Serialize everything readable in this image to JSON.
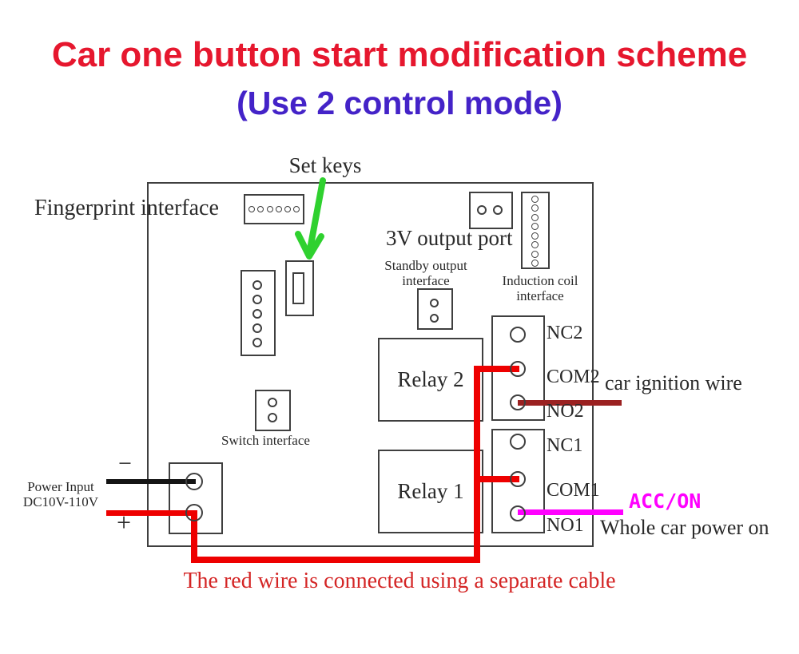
{
  "title": {
    "text": "Car one button start modification scheme",
    "color": "#e6172e"
  },
  "subtitle": {
    "text": "(Use 2 control mode)",
    "color": "#4423c8"
  },
  "board": {
    "labels": {
      "set_keys": "Set keys",
      "fingerprint_interface": "Fingerprint interface",
      "output_3v": "3V output port",
      "standby_line1": "Standby output",
      "standby_line2": "interface",
      "induction_line1": "Induction coil",
      "induction_line2": "interface",
      "switch_interface": "Switch interface",
      "relay2": "Relay 2",
      "relay1": "Relay 1"
    },
    "terminals2": [
      "NC2",
      "COM2",
      "NO2"
    ],
    "terminals1": [
      "NC1",
      "COM1",
      "NO1"
    ]
  },
  "annotations": {
    "car_ignition_wire": "car ignition wire",
    "acc_on": "ACC/ON",
    "whole_car_power_on": "Whole car power on",
    "power_input_line1": "Power Input",
    "power_input_line2": "DC10V-110V",
    "minus": "−",
    "plus": "+",
    "bottom_note": "The red wire is connected using a separate cable"
  },
  "colors": {
    "title_red": "#e6172e",
    "subtitle_blue": "#4423c8",
    "wire_red": "#ee0000",
    "wire_black": "#141414",
    "wire_dark_red": "#9b2121",
    "wire_magenta": "#ff00ff",
    "arrow_green": "#2fd12f",
    "board_outline": "#3f3f3f",
    "note_red": "#d42525"
  }
}
